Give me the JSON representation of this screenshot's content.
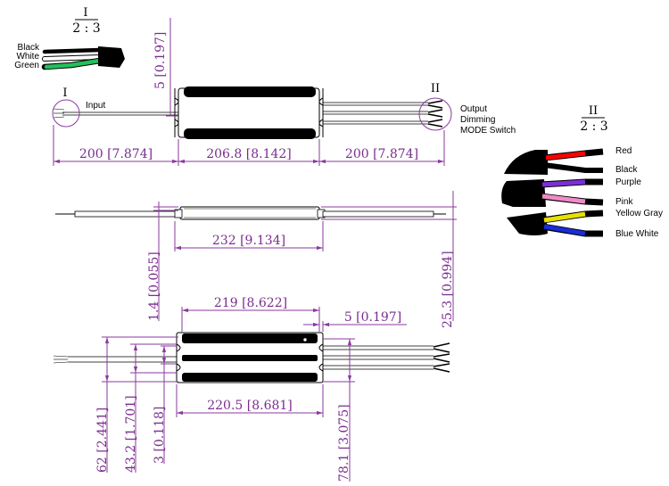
{
  "detail_1": {
    "numeral": "I",
    "scale": "2 : 3",
    "wires": [
      {
        "label": "Black",
        "color": "#000000"
      },
      {
        "label": "White",
        "color": "#ffffff"
      },
      {
        "label": "Green",
        "color": "#22c05a"
      }
    ]
  },
  "detail_2": {
    "numeral": "II",
    "scale": "2 : 3",
    "wires": [
      {
        "label": "Red",
        "color": "#ff0000"
      },
      {
        "label": "Black",
        "color": "#000000"
      },
      {
        "label": "Purple",
        "color": "#7b2fd6"
      },
      {
        "label": "Pink",
        "color": "#f08ac8"
      },
      {
        "label": "Yellow Gray",
        "color": "#e8e000"
      },
      {
        "label": "Blue White",
        "color": "#1a2bd8"
      }
    ]
  },
  "callouts": {
    "input_numeral": "I",
    "input_label": "Input",
    "output_numeral": "II",
    "output_label_1": "Output",
    "output_label_2": "Dimming",
    "output_label_3": "MODE Switch"
  },
  "dimensions": {
    "top_input_cable": "200 [7.874]",
    "top_body": "206.8 [8.142]",
    "top_output_cable": "200 [7.874]",
    "top_flange": "5 [0.197]",
    "side_length": "232 [9.134]",
    "side_step": "1.4 [0.055]",
    "side_height": "25.3 [0.994]",
    "bottom_top_length": "219 [8.622]",
    "bottom_lip": "5 [0.197]",
    "bottom_length": "220.5 [8.681]",
    "bottom_width": "62 [2.441]",
    "bottom_hole_spacing": "43.2 [1.701]",
    "bottom_slot": "3 [0.118]",
    "bottom_mount_length": "78.1 [3.075]"
  },
  "colors": {
    "dimension": "#8a3a9e",
    "outline": "#000000"
  }
}
